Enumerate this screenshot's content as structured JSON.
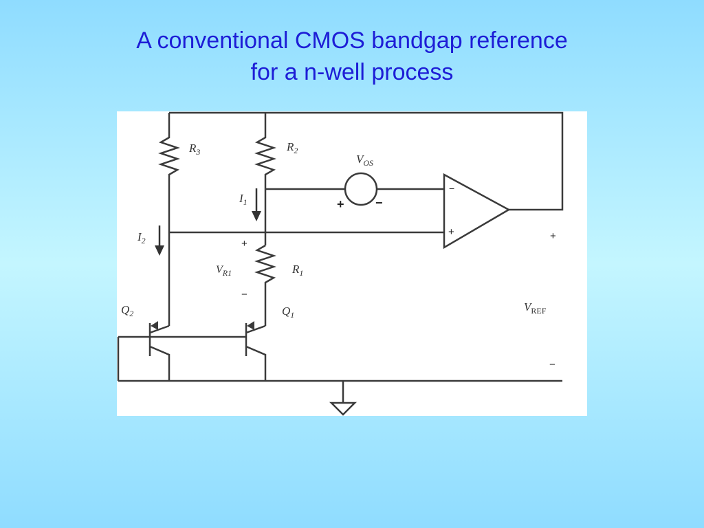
{
  "slide": {
    "title_line1": "A conventional CMOS bandgap reference",
    "title_line2": "for a n-well process"
  },
  "diagram": {
    "resistors": {
      "r3": {
        "main": "R",
        "sub": "3"
      },
      "r2": {
        "main": "R",
        "sub": "2"
      },
      "r1": {
        "main": "R",
        "sub": "1"
      }
    },
    "currents": {
      "i1": {
        "main": "I",
        "sub": "1"
      },
      "i2": {
        "main": "I",
        "sub": "2"
      }
    },
    "vos": {
      "main": "V",
      "sub": "OS",
      "plus": "+",
      "minus": "−"
    },
    "vr1": {
      "main": "V",
      "sub": "R1",
      "plus": "+",
      "minus": "−"
    },
    "transistors": {
      "q1": {
        "main": "Q",
        "sub": "1"
      },
      "q2": {
        "main": "Q",
        "sub": "2"
      }
    },
    "opamp": {
      "inv": "−",
      "noninv": "+"
    },
    "vref": {
      "main": "V",
      "sub": "REF",
      "plus": "+",
      "minus": "−"
    }
  }
}
